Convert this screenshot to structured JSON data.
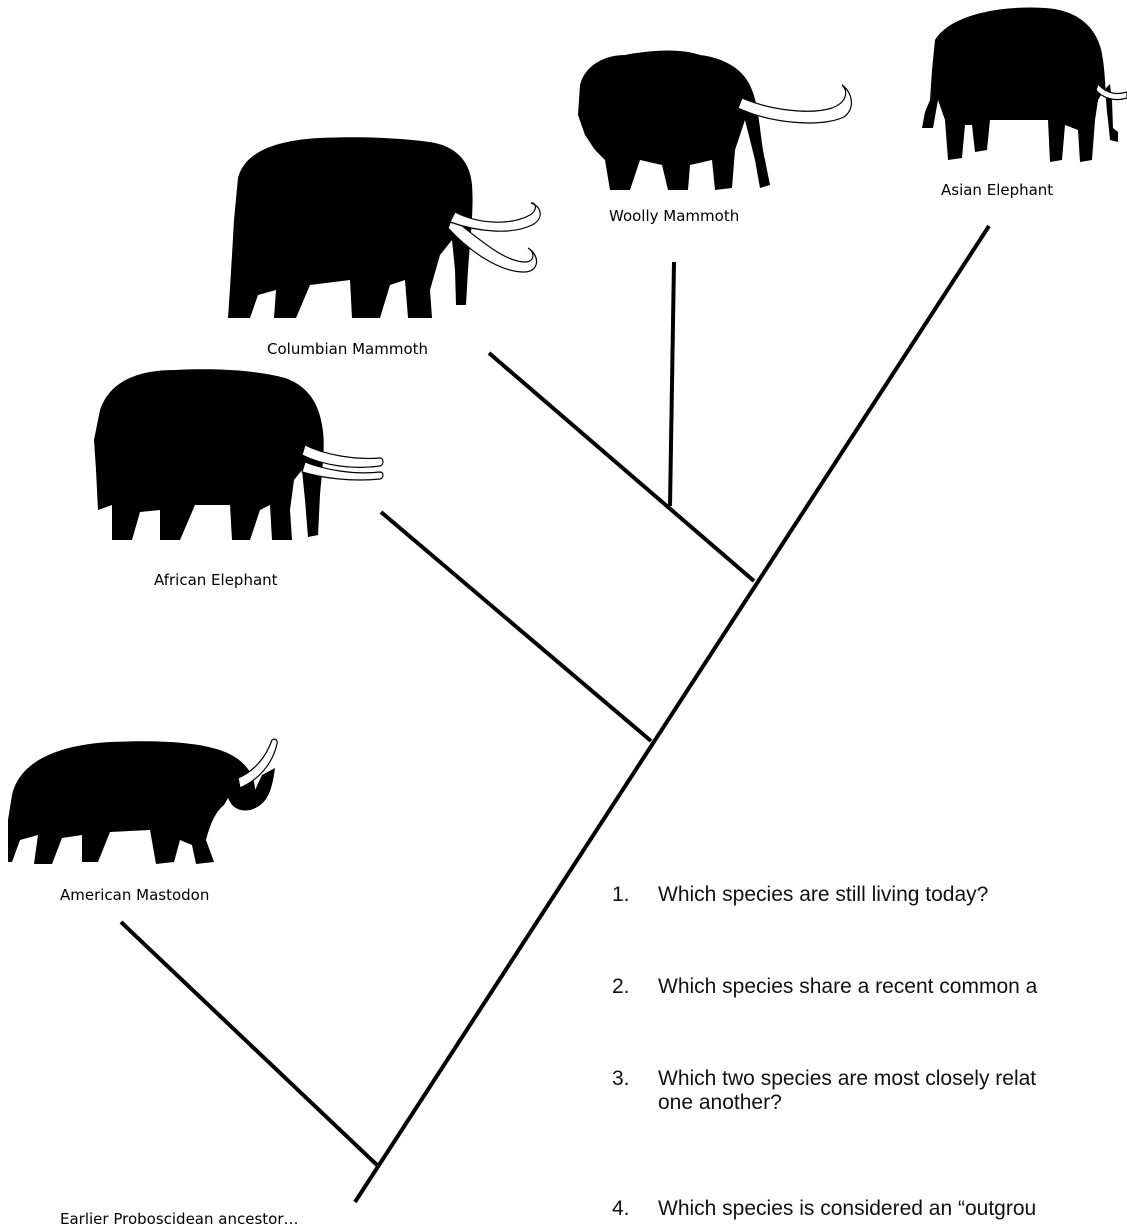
{
  "taxa": {
    "asian_elephant": "Asian Elephant",
    "woolly_mammoth": "Woolly Mammoth",
    "columbian_mammoth": "Columbian Mammoth",
    "african_elephant": "African Elephant",
    "american_mastodon": "American Mastodon",
    "ancestor": "Earlier Proboscidean ancestor…"
  },
  "questions": [
    {
      "number": "1.",
      "text": "Which species are still living today?"
    },
    {
      "number": "2.",
      "text": "Which species share a recent common a"
    },
    {
      "number": "3.",
      "text": "Which two species are most closely relat",
      "continuation": "one another?"
    },
    {
      "number": "4.",
      "text": "Which species is considered an “outgrou"
    }
  ],
  "icons": [
    "asian-elephant-silhouette-icon",
    "woolly-mammoth-silhouette-icon",
    "columbian-mammoth-silhouette-icon",
    "african-elephant-silhouette-icon",
    "american-mastodon-silhouette-icon"
  ]
}
